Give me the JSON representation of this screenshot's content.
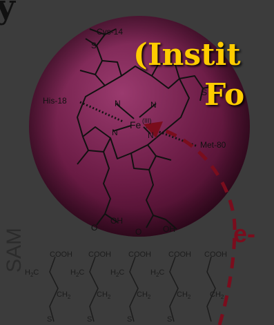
{
  "header": {
    "edge_text": "y",
    "title_line_1": "(Instit",
    "title_line_2": "Fo"
  },
  "molecule": {
    "labels": {
      "cys": "Cys-14",
      "his": "His-18",
      "met": "Met-80",
      "fe": "Fe",
      "fe_ox": "(III)",
      "n": "N",
      "s": "S",
      "oh": "OH",
      "o": "O"
    }
  },
  "sam": {
    "label": "SAM",
    "cooh": "COOH",
    "ch2": "CH",
    "ch2_sub": "2",
    "h2c": "H",
    "h2c_sub": "2",
    "h2c_c": "C",
    "s": "S"
  },
  "electron_label": "e-",
  "colors": {
    "background": "#3c3c3c",
    "sphere_highlight": "#9a3a6e",
    "sphere_base": "#5a1236",
    "title": "#ffcc00",
    "electron_path": "#7a0d1d"
  }
}
